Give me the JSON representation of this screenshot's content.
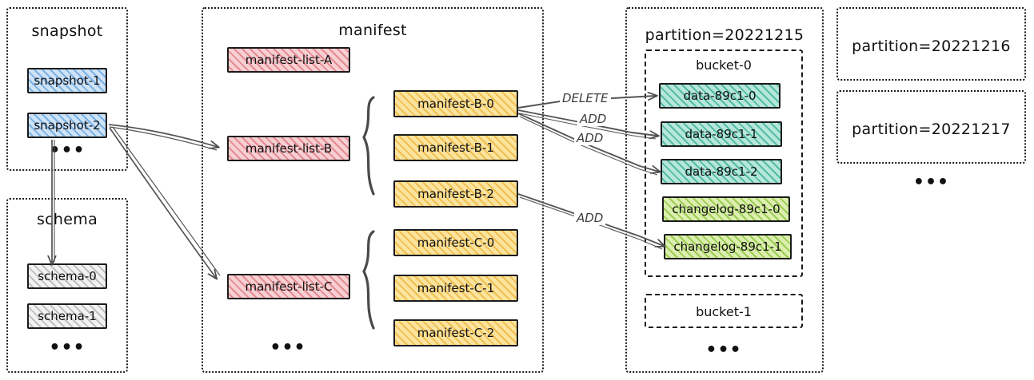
{
  "diagram": {
    "title_hidden": "",
    "groups": [
      {
        "key": "snapshot",
        "label": "snapshot"
      },
      {
        "key": "schema",
        "label": "schema"
      },
      {
        "key": "manifest",
        "label": "manifest"
      },
      {
        "key": "partition_1215",
        "label": "partition=20221215"
      },
      {
        "key": "partition_1216",
        "label": "partition=20221216"
      },
      {
        "key": "partition_1217",
        "label": "partition=20221217"
      }
    ]
  },
  "snapshot": {
    "group_label": "snapshot",
    "items": [
      {
        "label": "snapshot-1",
        "color": "#cfe3f7"
      },
      {
        "label": "snapshot-2",
        "color": "#cfe3f7"
      }
    ],
    "more": "•••"
  },
  "schema": {
    "group_label": "schema",
    "items": [
      {
        "label": "schema-0",
        "color": "#f2f2f2"
      },
      {
        "label": "schema-1",
        "color": "#f2f2f2"
      }
    ],
    "more": "•••"
  },
  "manifest": {
    "group_label": "manifest",
    "lists": [
      {
        "label": "manifest-list-A",
        "color": "#f6d0d3"
      },
      {
        "label": "manifest-list-B",
        "color": "#f6d0d3"
      },
      {
        "label": "manifest-list-C",
        "color": "#f6d0d3"
      }
    ],
    "files_b": [
      {
        "label": "manifest-B-0",
        "color": "#fbe3a0"
      },
      {
        "label": "manifest-B-1",
        "color": "#fbe3a0"
      },
      {
        "label": "manifest-B-2",
        "color": "#fbe3a0"
      }
    ],
    "files_c": [
      {
        "label": "manifest-C-0",
        "color": "#fbe3a0"
      },
      {
        "label": "manifest-C-1",
        "color": "#fbe3a0"
      },
      {
        "label": "manifest-C-2",
        "color": "#fbe3a0"
      }
    ],
    "more": "•••"
  },
  "partition_1215": {
    "group_label": "partition=20221215",
    "bucket_0": {
      "label": "bucket-0",
      "items": [
        {
          "label": "data-89c1-0",
          "color": "#b7e6db"
        },
        {
          "label": "data-89c1-1",
          "color": "#b7e6db"
        },
        {
          "label": "data-89c1-2",
          "color": "#b7e6db"
        },
        {
          "label": "changelog-89c1-0",
          "color": "#dcefb0"
        },
        {
          "label": "changelog-89c1-1",
          "color": "#dcefb0"
        }
      ]
    },
    "bucket_1": {
      "label": "bucket-1"
    },
    "more": "•••"
  },
  "partition_1216": {
    "group_label": "partition=20221216"
  },
  "partition_1217": {
    "group_label": "partition=20221217"
  },
  "partitions_more": "•••",
  "edges": {
    "labels": [
      {
        "key": "delete_0",
        "text": "DELETE"
      },
      {
        "key": "add_1",
        "text": "ADD"
      },
      {
        "key": "add_2",
        "text": "ADD"
      },
      {
        "key": "add_3",
        "text": "ADD"
      }
    ]
  },
  "colors": {
    "ink": "#1a1a1a",
    "arrow": "#555555",
    "blue": "#cfe3f7",
    "red": "#f6d0d3",
    "yellow": "#fbe3a0",
    "gray": "#f2f2f2",
    "teal": "#b7e6db",
    "green": "#dcefb0"
  }
}
